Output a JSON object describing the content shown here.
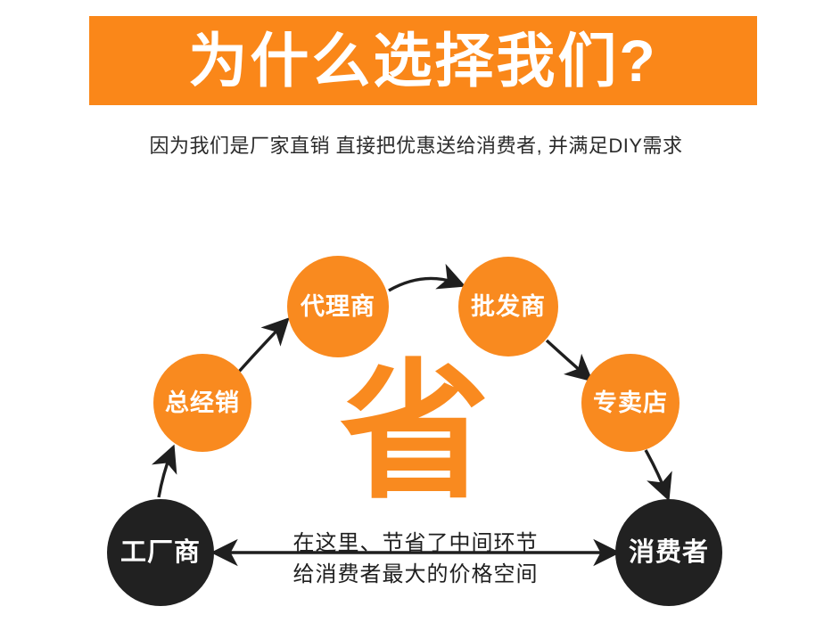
{
  "header": {
    "title": "为什么选择我们?",
    "banner_color": "#fa8719",
    "title_color": "#ffffff"
  },
  "subtitle": {
    "text": "因为我们是厂家直销 直接把优惠送给消费者, 并满足DIY需求"
  },
  "diagram": {
    "center_glyph": "省",
    "center_glyph_color": "#f98a1f",
    "orange_color": "#f98a1f",
    "dark_color": "#212121",
    "nodes": [
      {
        "id": "factory",
        "label": "工厂商",
        "style": "dark"
      },
      {
        "id": "master",
        "label": "总经销",
        "style": "orange"
      },
      {
        "id": "agent",
        "label": "代理商",
        "style": "orange"
      },
      {
        "id": "wholesale",
        "label": "批发商",
        "style": "orange"
      },
      {
        "id": "store",
        "label": "专卖店",
        "style": "orange"
      },
      {
        "id": "consumer",
        "label": "消费者",
        "style": "dark"
      }
    ],
    "captions": {
      "line1": "在这里、节省了中间环节",
      "line2": "给消费者最大的价格空间"
    }
  }
}
